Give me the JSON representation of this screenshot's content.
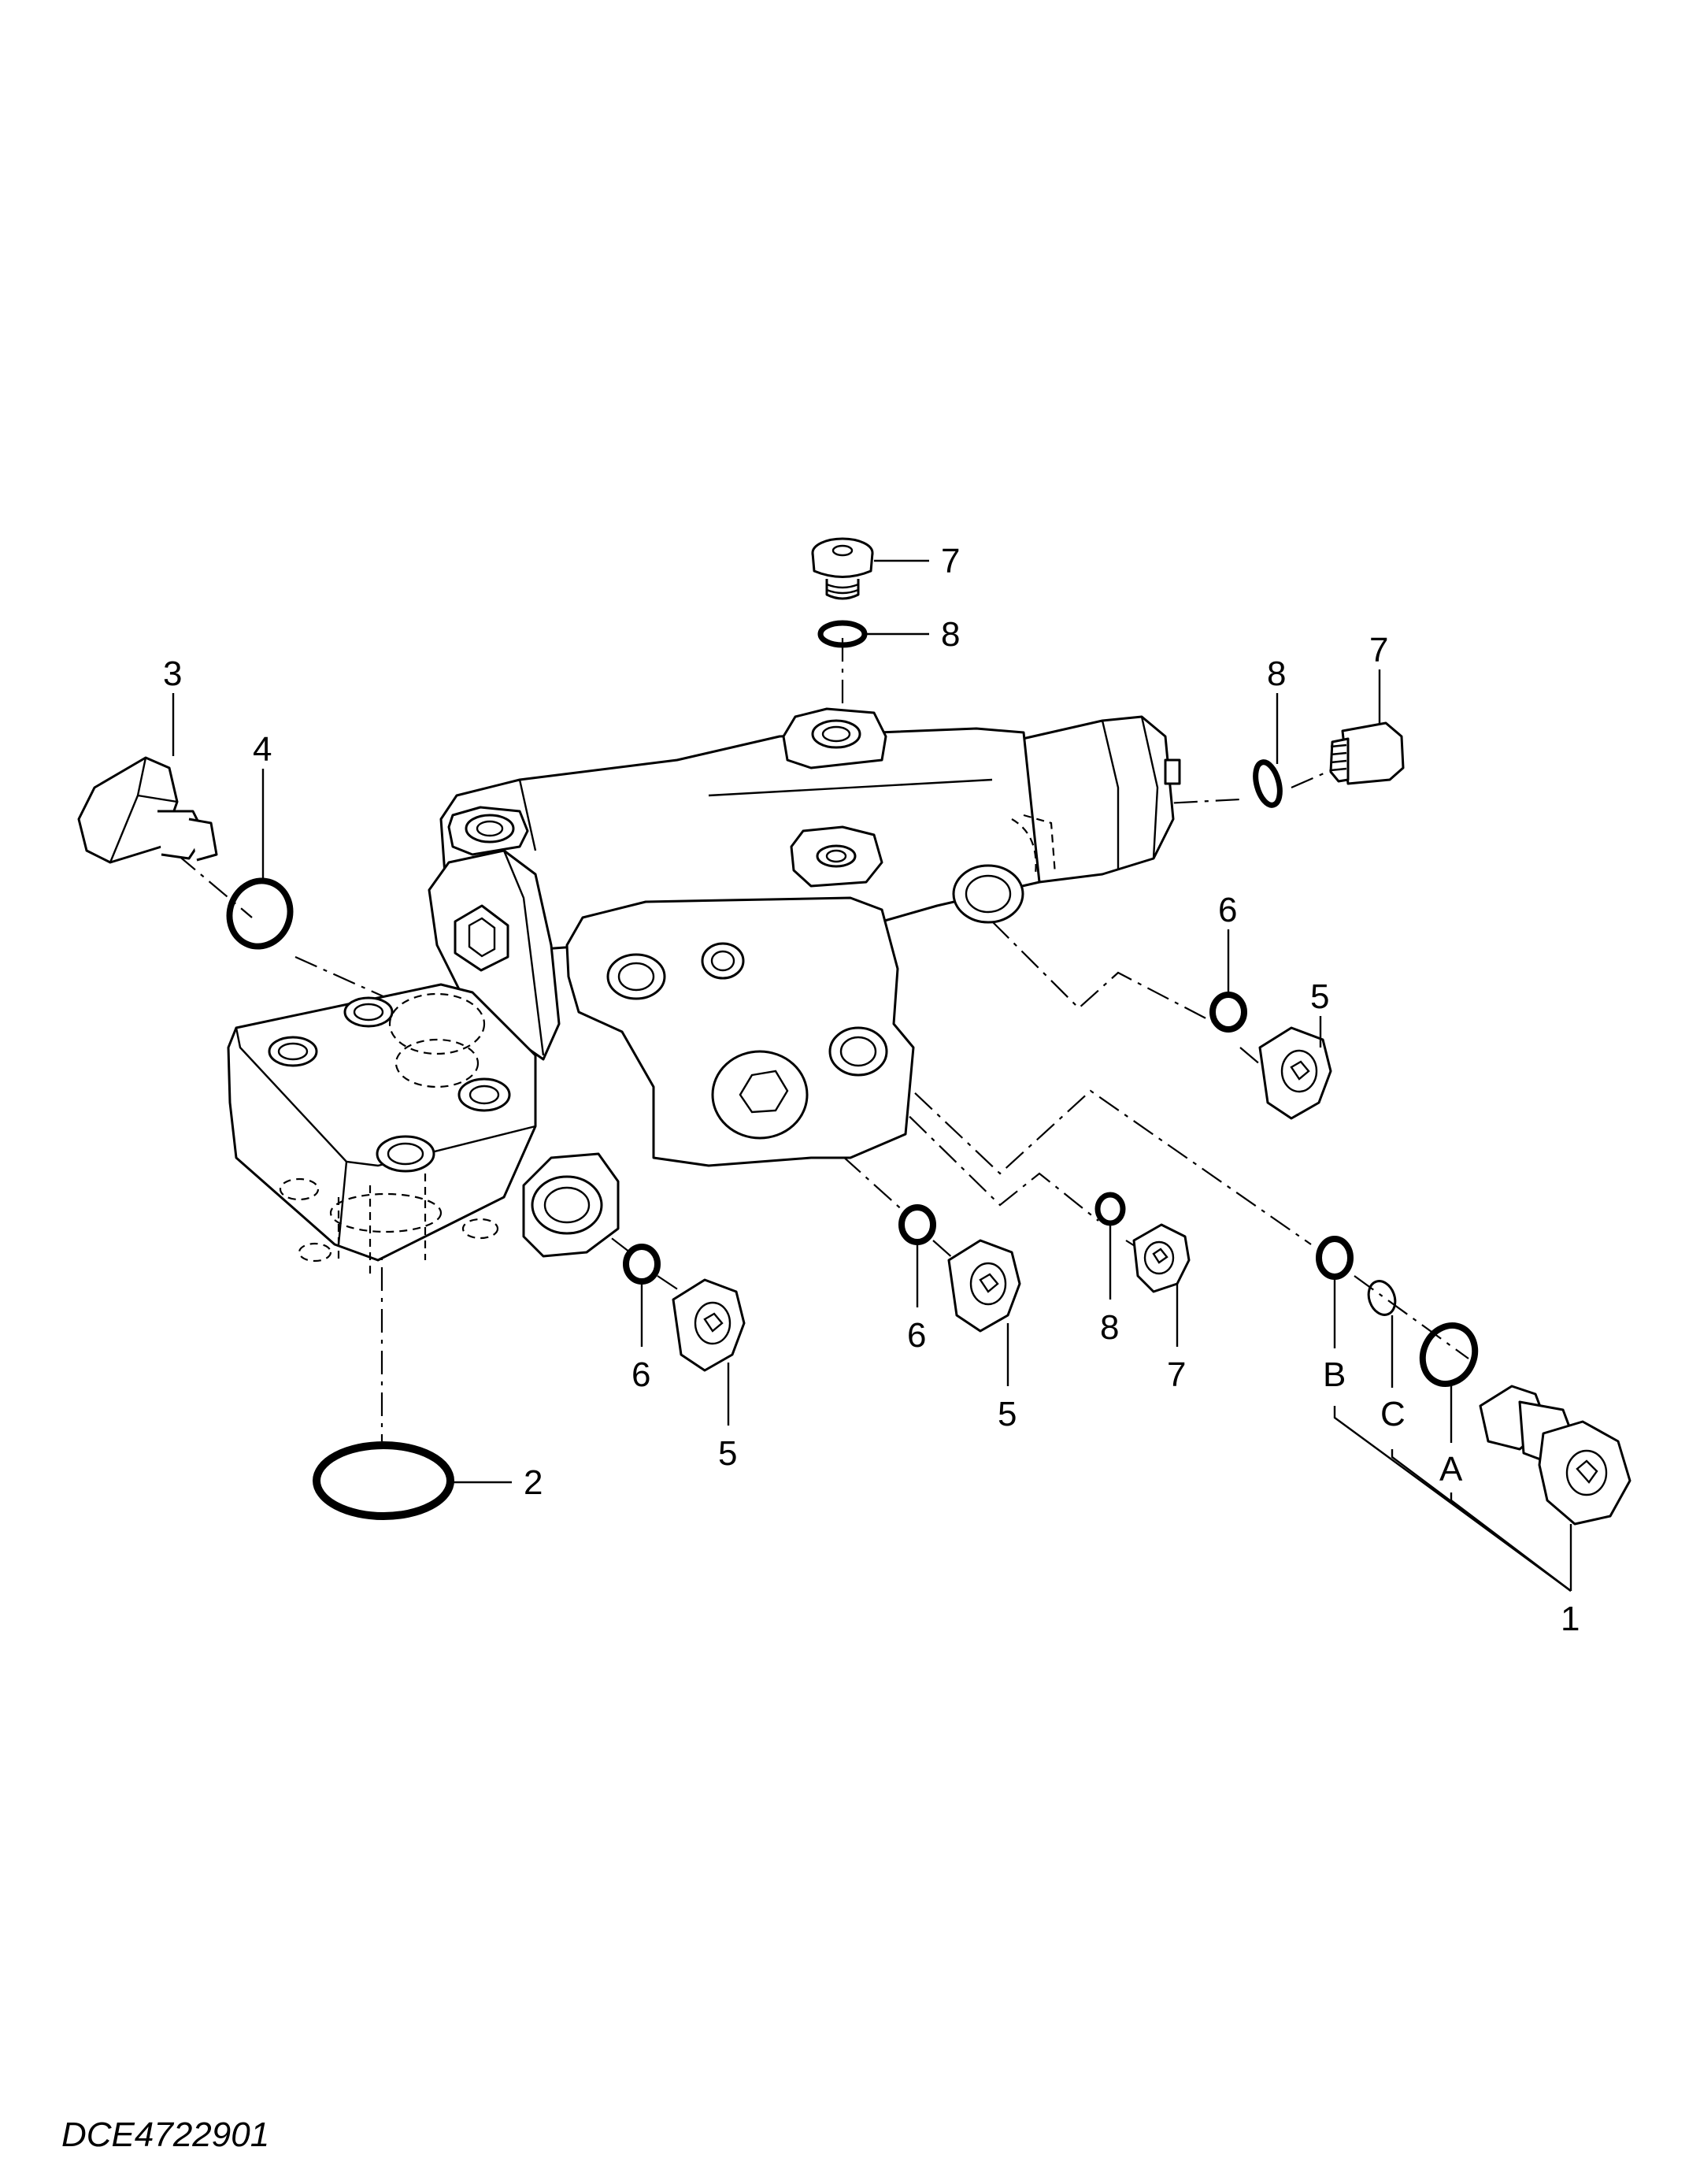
{
  "drawing_code": "DCE4722901",
  "callouts": [
    {
      "id": "c7_top",
      "text": "7"
    },
    {
      "id": "c8_top",
      "text": "8"
    },
    {
      "id": "c3",
      "text": "3"
    },
    {
      "id": "c4",
      "text": "4"
    },
    {
      "id": "c8_right",
      "text": "8"
    },
    {
      "id": "c7_right",
      "text": "7"
    },
    {
      "id": "c6_right",
      "text": "6"
    },
    {
      "id": "c5_right",
      "text": "5"
    },
    {
      "id": "c6_mid",
      "text": "6"
    },
    {
      "id": "c5_mid",
      "text": "5"
    },
    {
      "id": "c8_mid",
      "text": "8"
    },
    {
      "id": "c7_mid",
      "text": "7"
    },
    {
      "id": "c6_left",
      "text": "6"
    },
    {
      "id": "c5_left",
      "text": "5"
    },
    {
      "id": "c2",
      "text": "2"
    },
    {
      "id": "cB",
      "text": "B"
    },
    {
      "id": "cC",
      "text": "C"
    },
    {
      "id": "cA",
      "text": "A"
    },
    {
      "id": "c1",
      "text": "1"
    }
  ]
}
